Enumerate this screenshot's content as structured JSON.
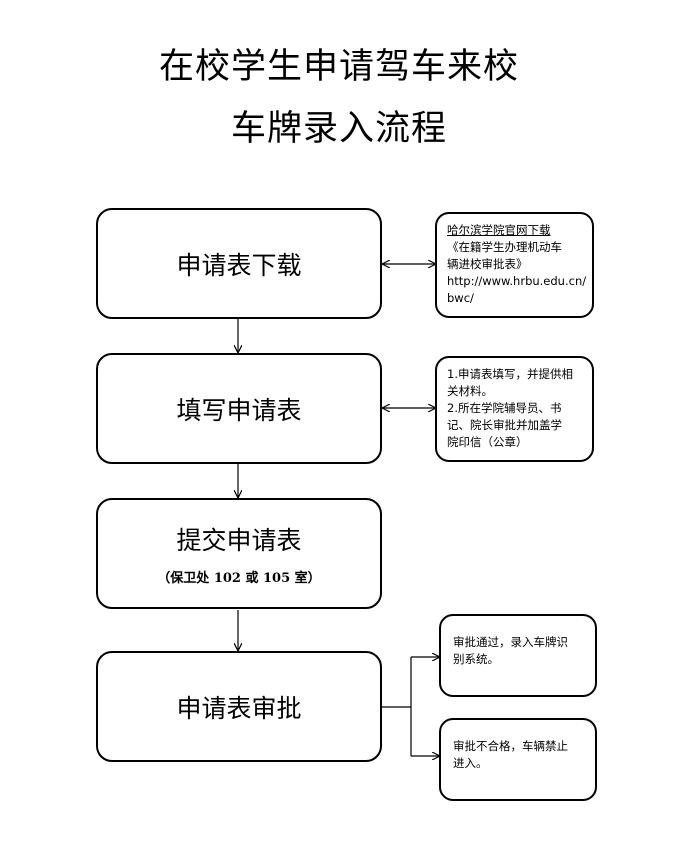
{
  "title": {
    "line1": "在校学生申请驾车来校",
    "line2": "车牌录入流程"
  },
  "steps": [
    {
      "label": "申请表下载"
    },
    {
      "label": "填写申请表"
    },
    {
      "label": "提交申请表",
      "sub": "（保卫处 102 或 105 室）"
    },
    {
      "label": "申请表审批"
    }
  ],
  "notes": {
    "download": {
      "lines": [
        "哈尔滨学院官网下载",
        "《在籍学生办理机动车",
        "辆进校审批表》",
        "http://www.hrbu.edu.cn/",
        "bwc/"
      ]
    },
    "fill": {
      "lines": [
        "1.申请表填写，并提供相",
        "关材料。",
        "2.所在学院辅导员、书",
        "记、院长审批并加盖学",
        "院印信（公章）"
      ]
    },
    "approved": {
      "lines": [
        "审批通过，录入车牌识",
        "别系统。"
      ]
    },
    "rejected": {
      "lines": [
        "审批不合格，车辆禁止",
        "进入。"
      ]
    }
  }
}
